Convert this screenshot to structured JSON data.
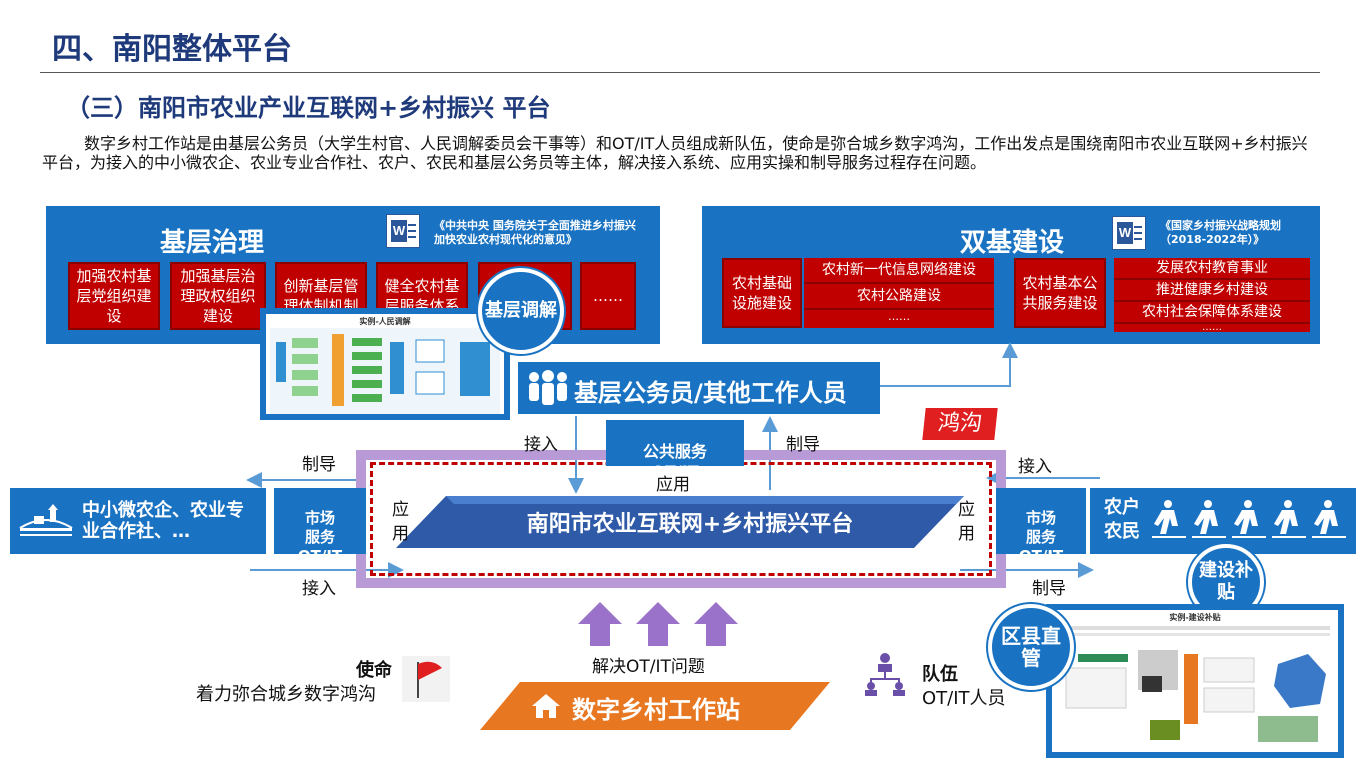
{
  "header": {
    "title": "四、南阳整体平台",
    "subtitle": "（三）南阳市农业产业互联网+乡村振兴 平台",
    "intro": "数字乡村工作站是由基层公务员（大学生村官、人民调解委员会干事等）和OT/IT人员组成新队伍，使命是弥合城乡数字鸿沟，工作出发点是围绕南阳市农业互联网+乡村振兴平台，为接入的中小微农企、农业专业合作社、农户、农民和基层公务员等主体，解决接入系统、应用实操和制导服务过程存在问题。"
  },
  "left_panel": {
    "title": "基层治理",
    "doc_title": "《中共中央 国务院关于全面推进乡村振兴加快农业农村现代化的意见》",
    "items": [
      "加强农村基层党组织建设",
      "加强基层治理政权组织建设",
      "创新基层管理体制机制",
      "健全农村基层服务体系",
      "",
      "……"
    ],
    "circle_label": "基层调解",
    "screenshot_title": "实例-人民调解"
  },
  "right_panel": {
    "title": "双基建设",
    "doc_title": "《国家乡村振兴战略规划（2018-2022年）》",
    "group1_label": "农村基础设施建设",
    "group1_items": [
      "农村新一代信息网络建设",
      "农村公路建设",
      "……"
    ],
    "group2_label": "农村基本公共服务建设",
    "group2_items": [
      "发展农村教育事业",
      "推进健康乡村建设",
      "农村社会保障体系建设",
      "……"
    ]
  },
  "officials": {
    "label": "基层公务员/其他工作人员"
  },
  "center": {
    "gap_label": "鸿沟",
    "platform_label": "南阳市农业互联网+乡村振兴平台",
    "public_service": "公共服务\nOT/IT",
    "top_access": "接入",
    "top_guide": "制导",
    "top_apply": "应用",
    "left_apply": "应\n用",
    "right_apply": "应\n用"
  },
  "left_side": {
    "entity_label": "中小微农企、农业专业合作社、…",
    "market_box": "市场\n服务\nOT/IT",
    "guide": "制导",
    "access": "接入"
  },
  "right_side": {
    "entity_label": "农户 农民",
    "market_box": "市场\n服务\nOT/IT",
    "access": "接入",
    "guide": "制导",
    "circle_label": "建设补贴",
    "district_label": "区县直管",
    "screenshot_title": "实例-建设补贴"
  },
  "bottom": {
    "solve_label": "解决OT/IT问题",
    "station_label": "数字乡村工作站",
    "mission_title": "使命",
    "mission_text": "着力弥合城乡数字鸿沟",
    "team_title": "队伍",
    "team_text": "OT/IT人员"
  },
  "colors": {
    "primary_blue": "#1a73c2",
    "dark_red": "#c00000",
    "purple_frame": "#9b72c9",
    "orange": "#e87722"
  }
}
